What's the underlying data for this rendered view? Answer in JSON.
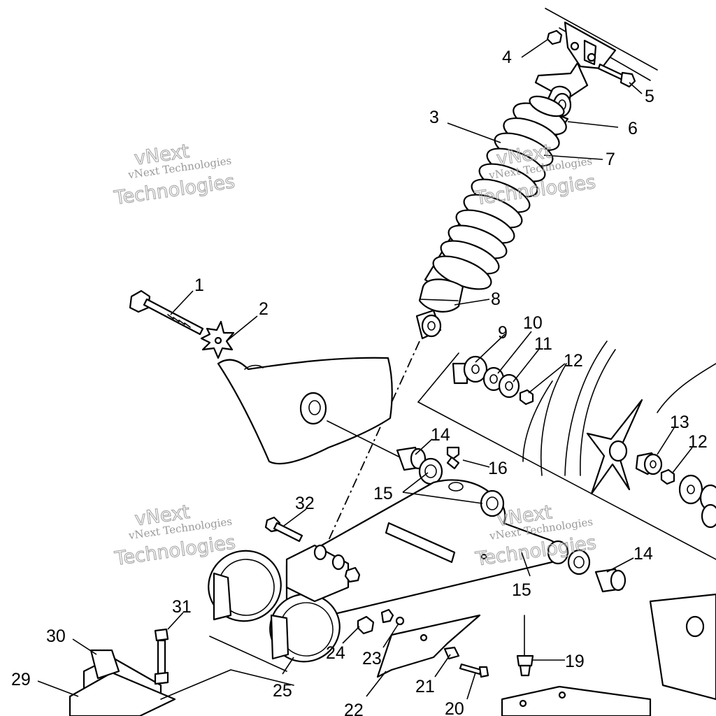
{
  "watermark": {
    "line_small": "vNext Technologies",
    "line_outline_top": "vNext",
    "line_outline_bottom": "Technologies"
  },
  "callouts": {
    "c1": "1",
    "c2": "2",
    "c3": "3",
    "c4": "4",
    "c5": "5",
    "c6": "6",
    "c7": "7",
    "c8": "8",
    "c9": "9",
    "c10": "10",
    "c11": "11",
    "c12a": "12",
    "c12b": "12",
    "c13": "13",
    "c14a": "14",
    "c14b": "14",
    "c15a": "15",
    "c15b": "15",
    "c16": "16",
    "c19": "19",
    "c20": "20",
    "c21": "21",
    "c22": "22",
    "c23": "23",
    "c24": "24",
    "c25": "25",
    "c29": "29",
    "c30": "30",
    "c31": "31",
    "c32": "32"
  },
  "colors": {
    "line": "#000000",
    "background": "#ffffff",
    "watermark": "#9a9a9a"
  }
}
